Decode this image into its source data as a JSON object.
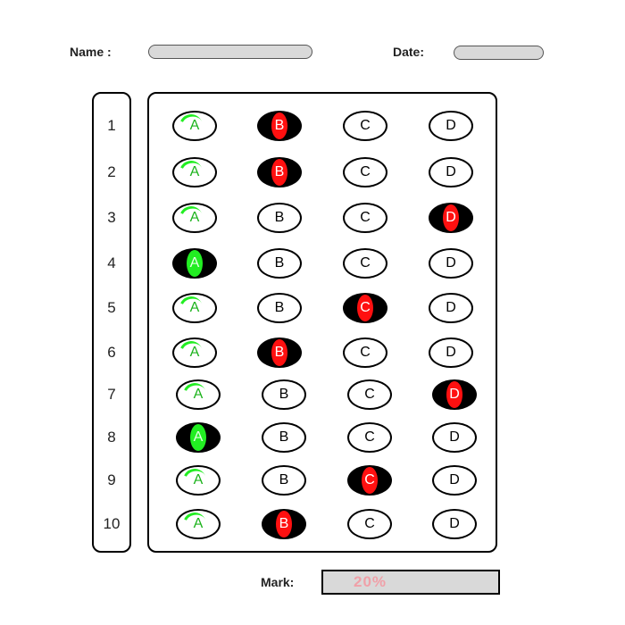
{
  "header": {
    "name_label": "Name :",
    "name_value": "",
    "date_label": "Date:",
    "date_value": ""
  },
  "options": [
    "A",
    "B",
    "C",
    "D"
  ],
  "questions": [
    {
      "number": "1",
      "correct": "A",
      "selected": "B"
    },
    {
      "number": "2",
      "correct": "A",
      "selected": "B"
    },
    {
      "number": "3",
      "correct": "A",
      "selected": "D"
    },
    {
      "number": "4",
      "correct": "A",
      "selected": "A"
    },
    {
      "number": "5",
      "correct": "A",
      "selected": "C"
    },
    {
      "number": "6",
      "correct": "A",
      "selected": "B"
    },
    {
      "number": "7",
      "correct": "A",
      "selected": "D"
    },
    {
      "number": "8",
      "correct": "A",
      "selected": "A"
    },
    {
      "number": "9",
      "correct": "A",
      "selected": "C"
    },
    {
      "number": "10",
      "correct": "A",
      "selected": "B"
    }
  ],
  "result": {
    "mark_label": "Mark:",
    "mark_value": "20%"
  },
  "colors": {
    "correct": "#22ee22",
    "incorrect": "#ff1010",
    "filled_bubble": "#000000",
    "field_background": "#d9d9d9",
    "mark_text": "#f0a0a8"
  }
}
